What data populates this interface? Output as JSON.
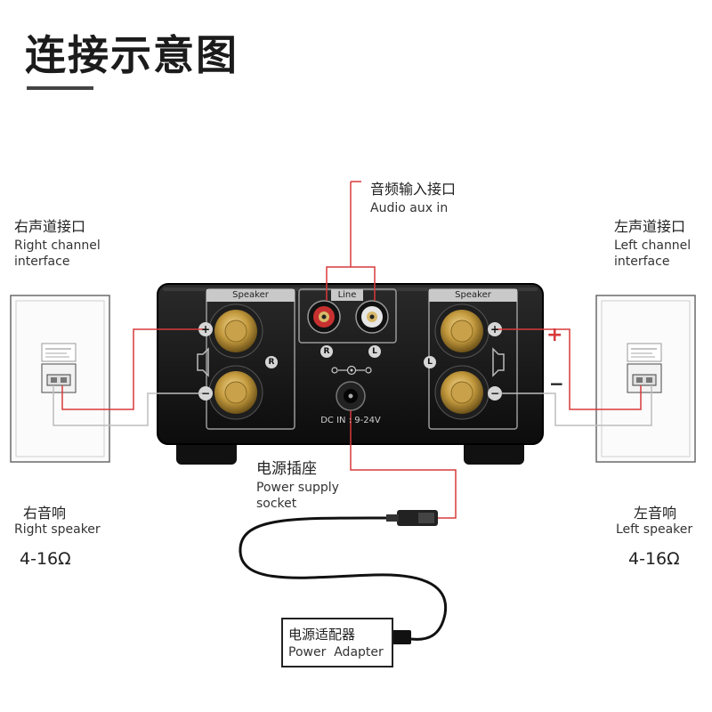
{
  "title": "连接示意图",
  "labels": {
    "audio_in": {
      "zh": "音频输入接口",
      "en": "Audio aux in"
    },
    "right_interface": {
      "zh": "右声道接口",
      "en_1": "Right channel",
      "en_2": "interface"
    },
    "left_interface": {
      "zh": "左声道接口",
      "en_1": "Left channel",
      "en_2": "interface"
    },
    "power_socket": {
      "zh": "电源插座",
      "en_1": "Power supply",
      "en_2": "socket"
    },
    "right_speaker": {
      "zh": "右音响",
      "en": "Right speaker",
      "impedance": "4-16Ω"
    },
    "left_speaker": {
      "zh": "左音响",
      "en": "Left speaker",
      "impedance": "4-16Ω"
    },
    "adapter": {
      "zh": "电源适配器",
      "en": "Power  Adapter"
    }
  },
  "device": {
    "speaker_label_left": "Speaker",
    "speaker_label_right": "Speaker",
    "line_label": "Line",
    "jack_r": "R",
    "jack_l": "L",
    "side_r": "R",
    "side_l": "L",
    "plus": "+",
    "minus": "−",
    "dc_in": "DC IN : 9-24V"
  },
  "polarity": {
    "plus": "+",
    "minus": "−"
  },
  "colors": {
    "wire_red": "#d83a3a",
    "wire_grey": "#bdbdbd",
    "device_body": "#141414",
    "gold": "#b8923a"
  }
}
